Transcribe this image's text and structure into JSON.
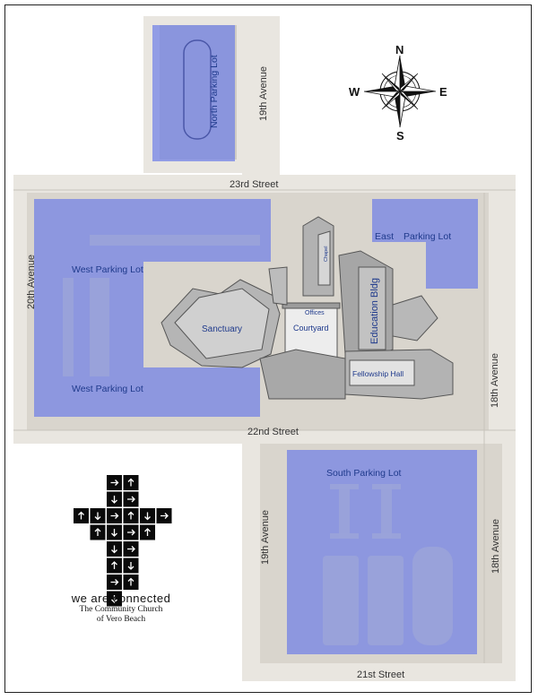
{
  "map": {
    "streets": {
      "s23": "23rd Street",
      "s22": "22nd Street",
      "s21": "21st Street",
      "ave20": "20th Avenue",
      "ave19_north": "19th Avenue",
      "ave19_south": "19th Avenue",
      "ave18_north": "18th Avenue",
      "ave18_south": "18th Avenue"
    },
    "parking": {
      "north": "North Parking Lot",
      "west_upper": "West Parking Lot",
      "west_lower": "West Parking Lot",
      "east_word1": "East",
      "east_word2": "Parking Lot",
      "south": "South Parking Lot"
    },
    "buildings": {
      "sanctuary": "Sanctuary",
      "courtyard": "Courtyard",
      "offices": "Offices",
      "education": "Education Bldg",
      "fellowship": "Fellowship Hall",
      "chapel": "Chapel"
    },
    "compass": {
      "n": "N",
      "s": "S",
      "e": "E",
      "w": "W"
    },
    "colors": {
      "parking_overlay": "#6f7fe6",
      "parking_text": "#1f3a8c",
      "road": "#e9e6e0",
      "ground": "#d7d3cb",
      "building": "#a9a9a9"
    }
  },
  "branding": {
    "tagline": "we are connected",
    "org_line1": "The Community Church",
    "org_line2": "of Vero Beach",
    "logo_icon": "hopscotch-cross-logo"
  }
}
